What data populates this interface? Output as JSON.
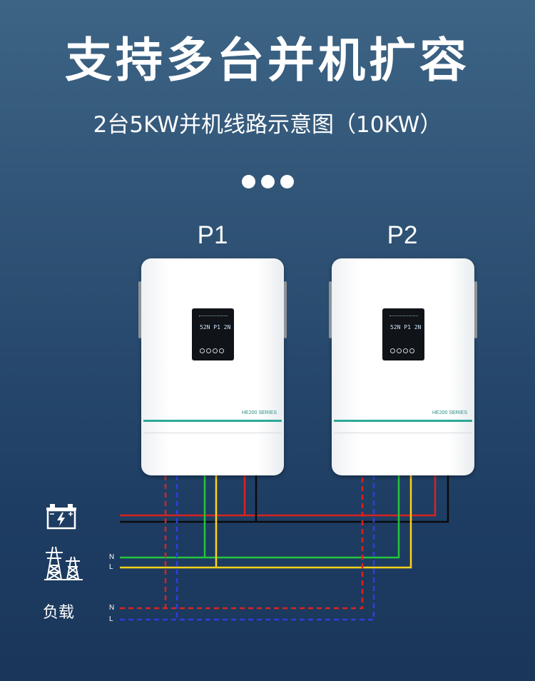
{
  "header": {
    "title": "支持多台并机扩容",
    "subtitle": "2台5KW并机线路示意图（10KW）"
  },
  "units": [
    {
      "label": "P1",
      "series": "HE200 SERIES",
      "screen": "52N P1 2N"
    },
    {
      "label": "P2",
      "series": "HE200 SERIES",
      "screen": "52N P1 2N"
    }
  ],
  "wiring": {
    "grid_n": "N",
    "grid_l": "L",
    "load_n": "N",
    "load_l": "L",
    "load_label": "负载"
  },
  "icons": {
    "battery": "battery-icon",
    "grid": "power-tower-icon"
  },
  "colors": {
    "battery_positive": "#d8241f",
    "battery_negative": "#0b0b0b",
    "grid_n": "#25c63a",
    "grid_l": "#ffd21c",
    "load_n": "#d8241f",
    "load_l": "#2c3fdd",
    "accent": "#2ea897"
  }
}
